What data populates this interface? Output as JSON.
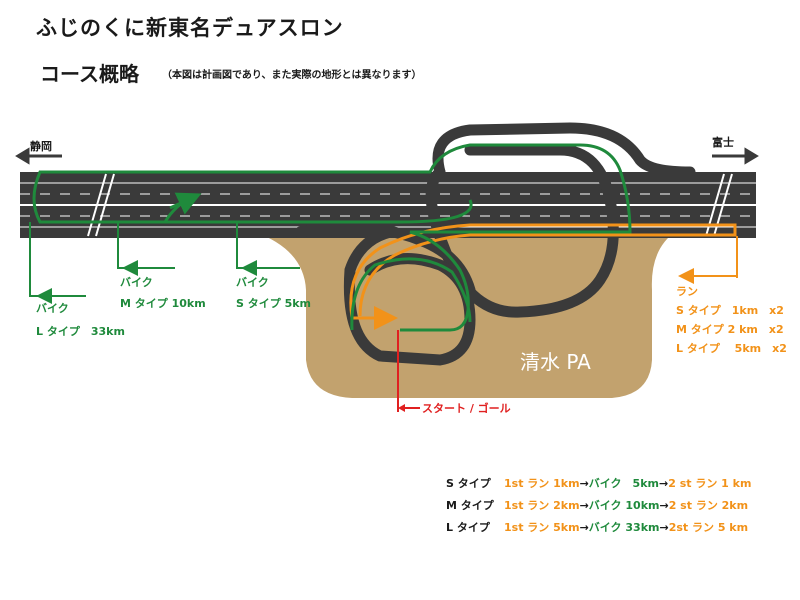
{
  "title": "ふじのくに新東名デュアスロン",
  "subtitle": "コース概略",
  "note": "（本図は計画図であり、また実際の地形とは異なります）",
  "directions": {
    "left": "静岡",
    "right": "富士"
  },
  "area_label": "清水 PA",
  "bike_labels": {
    "l": {
      "line1": "バイク",
      "line2": "L タイプ　33km"
    },
    "m": {
      "line1": "バイク",
      "line2": "M タイプ 10km"
    },
    "s": {
      "line1": "バイク",
      "line2": "S タイプ 5km"
    }
  },
  "run_labels": {
    "title": "ラン",
    "s": "S タイプ　1km　x2",
    "m": "M タイプ 2 km　x2",
    "l": "L タイプ　 5km　x2"
  },
  "start_goal": "スタート / ゴール",
  "legend": [
    {
      "type": "S タイプ",
      "run1": "1st ラン 1km",
      "bike": "バイク　5km",
      "run2": "2 st ラン 1 km"
    },
    {
      "type": "M タイプ",
      "run1": "1st ラン 2km",
      "bike": "バイク 10km",
      "run2": "2 st ラン 2km"
    },
    {
      "type": "L タイプ",
      "run1": "1st ラン 5km",
      "bike": "バイク 33km",
      "run2": "2st ラン 5 km"
    }
  ],
  "arrow_symbol": "→",
  "colors": {
    "road": "#3a3a3a",
    "ground": "#c2a26e",
    "bike": "#1f8a3c",
    "run": "#f29219",
    "start": "#e02020"
  }
}
